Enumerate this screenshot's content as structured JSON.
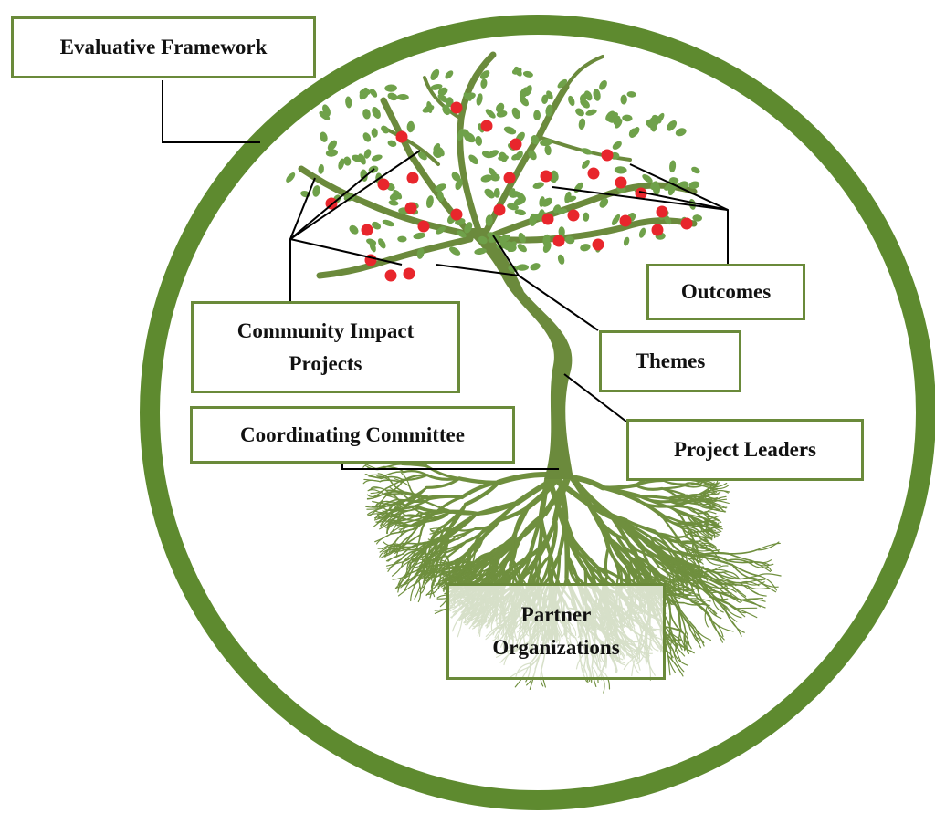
{
  "labels": {
    "evaluative_framework": "Evaluative Framework",
    "outcomes": "Outcomes",
    "community_impact_projects": "Community Impact\nProjects",
    "themes": "Themes",
    "coordinating_committee": "Coordinating Committee",
    "project_leaders": "Project Leaders",
    "partner_organizations": "Partner\nOrganizations"
  },
  "colors": {
    "ring": "#5e8a2f",
    "trunk": "#6b8a3c",
    "leaf": "#6fa14a",
    "fruit": "#e8262c",
    "root": "#6f8f3e",
    "box_border": "#6a8a3a",
    "connector": "#000000"
  }
}
